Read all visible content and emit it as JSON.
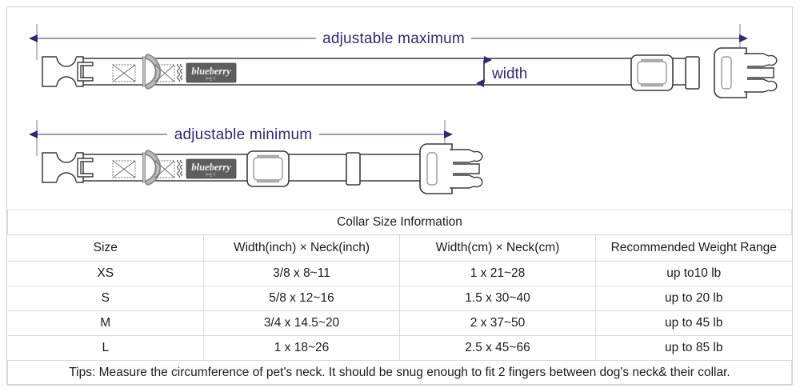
{
  "diagram": {
    "max_label": "adjustable maximum",
    "min_label": "adjustable minimum",
    "width_label": "width",
    "brand_label": "blueberry",
    "brand_sub": "PET",
    "arrow_color": "#2b2b6e",
    "outline_color": "#3a3a3a",
    "label_bg": "#5e5e5e",
    "hardware_color": "#8c8c8c"
  },
  "table": {
    "title": "Collar Size Information",
    "columns": [
      "Size",
      "Width(inch)  ×  Neck(inch)",
      "Width(cm)  ×  Neck(cm)",
      "Recommended Weight Range"
    ],
    "rows": [
      {
        "size": "XS",
        "inch": "3/8 x 8~11",
        "cm": "1 x 21~28",
        "weight": "up to10 lb"
      },
      {
        "size": "S",
        "inch": "5/8 x 12~16",
        "cm": "1.5 x 30~40",
        "weight": "up to 20 lb"
      },
      {
        "size": "M",
        "inch": "3/4 x 14.5~20",
        "cm": "2 x 37~50",
        "weight": "up to 45 lb"
      },
      {
        "size": "L",
        "inch": "1 x 18~26",
        "cm": "2.5 x 45~66",
        "weight": "up to 85 lb"
      }
    ],
    "tips": "Tips: Measure the circumference of pet's neck. It should be snug enough to fit 2 fingers between dog's neck& their collar."
  }
}
